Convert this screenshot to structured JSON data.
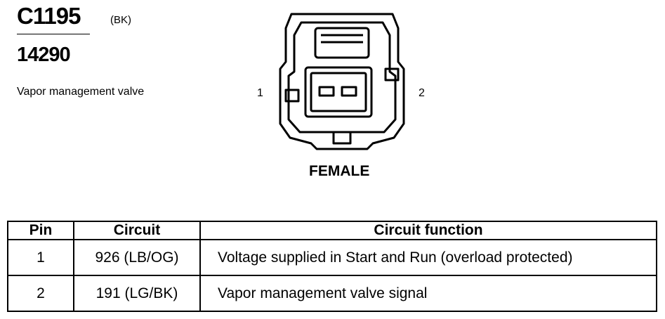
{
  "connector": {
    "id": "C1195",
    "color_code": "(BK)",
    "part_number": "14290",
    "description": "Vapor management valve",
    "gender": "FEMALE",
    "pin_labels": [
      "1",
      "2"
    ]
  },
  "table": {
    "headers": [
      "Pin",
      "Circuit",
      "Circuit function"
    ],
    "rows": [
      {
        "pin": "1",
        "circuit": "926 (LB/OG)",
        "function": "Voltage supplied in Start and Run (overload protected)"
      },
      {
        "pin": "2",
        "circuit": "191 (LG/BK)",
        "function": "Vapor management valve signal"
      }
    ]
  }
}
